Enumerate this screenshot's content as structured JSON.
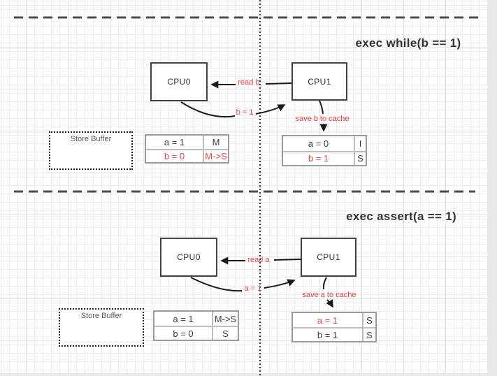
{
  "colors": {
    "accent_red": "#f0433f",
    "text_dark": "#3d3d3d"
  },
  "sections": [
    {
      "title": "exec while(b == 1)",
      "cpu0_label": "CPU0",
      "cpu1_label": "CPU1",
      "store_buffer_label": "Store Buffer",
      "read_arrow_label": "read b",
      "write_arrow_label": "b = 1",
      "save_arrow_label": "save b to cache",
      "cpu0_cache": {
        "rows": [
          {
            "value": "a = 1",
            "state": "M",
            "value_color": "dark",
            "state_color": "dark"
          },
          {
            "value": "b = 0",
            "state": "M->S",
            "value_color": "red",
            "state_color": "red"
          }
        ]
      },
      "cpu1_cache": {
        "rows": [
          {
            "value": "a = 0",
            "state": "I",
            "value_color": "dark",
            "state_color": "dark"
          },
          {
            "value": "b = 1",
            "state": "S",
            "value_color": "red",
            "state_color": "dark"
          }
        ]
      }
    },
    {
      "title": "exec assert(a == 1)",
      "cpu0_label": "CPU0",
      "cpu1_label": "CPU1",
      "store_buffer_label": "Store Buffer",
      "read_arrow_label": "read a",
      "write_arrow_label": "a = 1",
      "save_arrow_label": "save a to cache",
      "cpu0_cache": {
        "rows": [
          {
            "value": "a = 1",
            "state": "M->S",
            "value_color": "dark",
            "state_color": "dark"
          },
          {
            "value": "b = 0",
            "state": "S",
            "value_color": "dark",
            "state_color": "dark"
          }
        ]
      },
      "cpu1_cache": {
        "rows": [
          {
            "value": "a = 1",
            "state": "S",
            "value_color": "red",
            "state_color": "dark"
          },
          {
            "value": "b = 1",
            "state": "S",
            "value_color": "dark",
            "state_color": "dark"
          }
        ]
      }
    }
  ]
}
